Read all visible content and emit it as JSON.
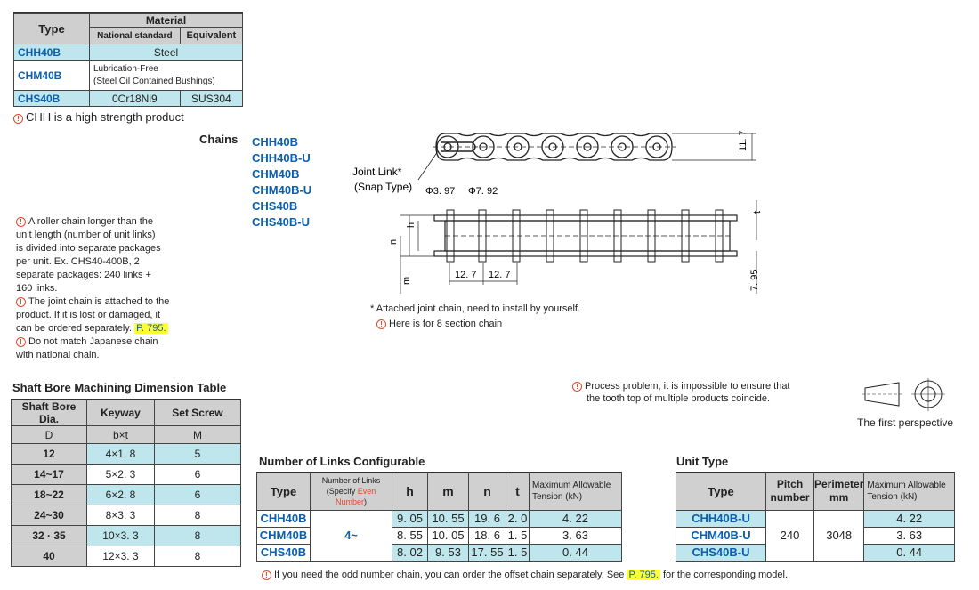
{
  "material_table": {
    "header_type": "Type",
    "header_material": "Material",
    "header_national": "National standard",
    "header_equivalent": "Equivalent",
    "rows": [
      {
        "type": "CHH40B",
        "value": "Steel"
      },
      {
        "type": "CHM40B",
        "value_line1": "Lubrication-Free",
        "value_line2": "(Steel Oil Contained Bushings)"
      },
      {
        "type": "CHS40B",
        "national": "0Cr18Ni9",
        "equivalent": "SUS304"
      }
    ],
    "note": "CHH is a high strength product"
  },
  "chains": {
    "label": "Chains",
    "items": [
      "CHH40B",
      "CHH40B-U",
      "CHM40B",
      "CHM40B-U",
      "CHS40B",
      "CHS40B-U"
    ]
  },
  "notes_left": {
    "n1": [
      "A roller chain longer than the",
      "unit length (number of unit links)",
      "is divided into separate packages",
      "per unit. Ex. CHS40-400B, 2",
      "separate packages: 240 links +",
      "160 links."
    ],
    "n2_lines": [
      "The joint chain is attached to the",
      "product. If it is lost or damaged, it"
    ],
    "n2_last": "can be ordered separately.",
    "n2_ref": "P. 795.",
    "n3": [
      "Do not match Japanese chain",
      "with national chain."
    ]
  },
  "drawing": {
    "joint_link_label": "Joint Link*",
    "snap_type_label": "(Snap Type)",
    "dim_d1": "Φ3. 97",
    "dim_d2": "Φ7. 92",
    "dim_height": "11. 7",
    "dim_pitch1": "12. 7",
    "dim_pitch2": "12. 7",
    "dim_side": "7. 95",
    "label_n": "n",
    "label_h": "h",
    "label_m": "m",
    "label_t": "t",
    "note_star": "* Attached joint chain, need to install by yourself.",
    "note_section": "Here is for 8 section chain"
  },
  "process_note": [
    "Process problem, it is impossible to ensure that",
    "the tooth top of multiple products coincide."
  ],
  "perspective_label": "The first perspective",
  "shaft_table": {
    "title": "Shaft Bore Machining Dimension Table",
    "headers": [
      "Shaft Bore Dia.",
      "Keyway",
      "Set Screw"
    ],
    "subheaders": [
      "D",
      "b×t",
      "M"
    ],
    "rows": [
      [
        "12",
        "4×1. 8",
        "5"
      ],
      [
        "14~17",
        "5×2. 3",
        "6"
      ],
      [
        "18~22",
        "6×2. 8",
        "6"
      ],
      [
        "24~30",
        "8×3. 3",
        "8"
      ],
      [
        "32 · 35",
        "10×3. 3",
        "8"
      ],
      [
        "40",
        "12×3. 3",
        "8"
      ]
    ]
  },
  "links_table": {
    "title": "Number of Links Configurable",
    "header_type": "Type",
    "header_links_1": "Number of Links",
    "header_links_2a": "(Specify ",
    "header_links_2b": "Even Number",
    "header_links_2c": ")",
    "headers_dims": [
      "h",
      "m",
      "n",
      "t"
    ],
    "header_tension_1": "Maximum Allowable",
    "header_tension_2": "Tension (kN)",
    "links_value": "4~",
    "rows": [
      {
        "type": "CHH40B",
        "h": "9. 05",
        "m": "10. 55",
        "n": "19. 6",
        "t": "2. 0",
        "tension": "4. 22"
      },
      {
        "type": "CHM40B",
        "h": "8. 55",
        "m": "10. 05",
        "n": "18. 6",
        "t": "1. 5",
        "tension": "3. 63"
      },
      {
        "type": "CHS40B",
        "h": "8. 02",
        "m": "9. 53",
        "n": "17. 55",
        "t": "1. 5",
        "tension": "0. 44"
      }
    ]
  },
  "unit_table": {
    "title": "Unit Type",
    "header_type": "Type",
    "header_pitch_1": "Pitch",
    "header_pitch_2": "number",
    "header_perimeter_1": "Perimeter",
    "header_perimeter_2": "mm",
    "header_tension_1": "Maximum Allowable",
    "header_tension_2": "Tension (kN)",
    "pitch": "240",
    "perimeter": "3048",
    "rows": [
      {
        "type": "CHH40B-U",
        "tension": "4. 22"
      },
      {
        "type": "CHM40B-U",
        "tension": "3. 63"
      },
      {
        "type": "CHS40B-U",
        "tension": "0. 44"
      }
    ]
  },
  "bottom_note": {
    "text": "If you need the odd number chain, you can order the offset chain separately. See",
    "ref": "P. 795.",
    "tail": "for the corresponding model."
  },
  "colors": {
    "accent_blue": "#0a5fae",
    "cyan_cell": "#bfe6ec",
    "header_gray": "#d0d0d0",
    "highlight": "#ffff33",
    "note_red": "#e04a2b"
  }
}
